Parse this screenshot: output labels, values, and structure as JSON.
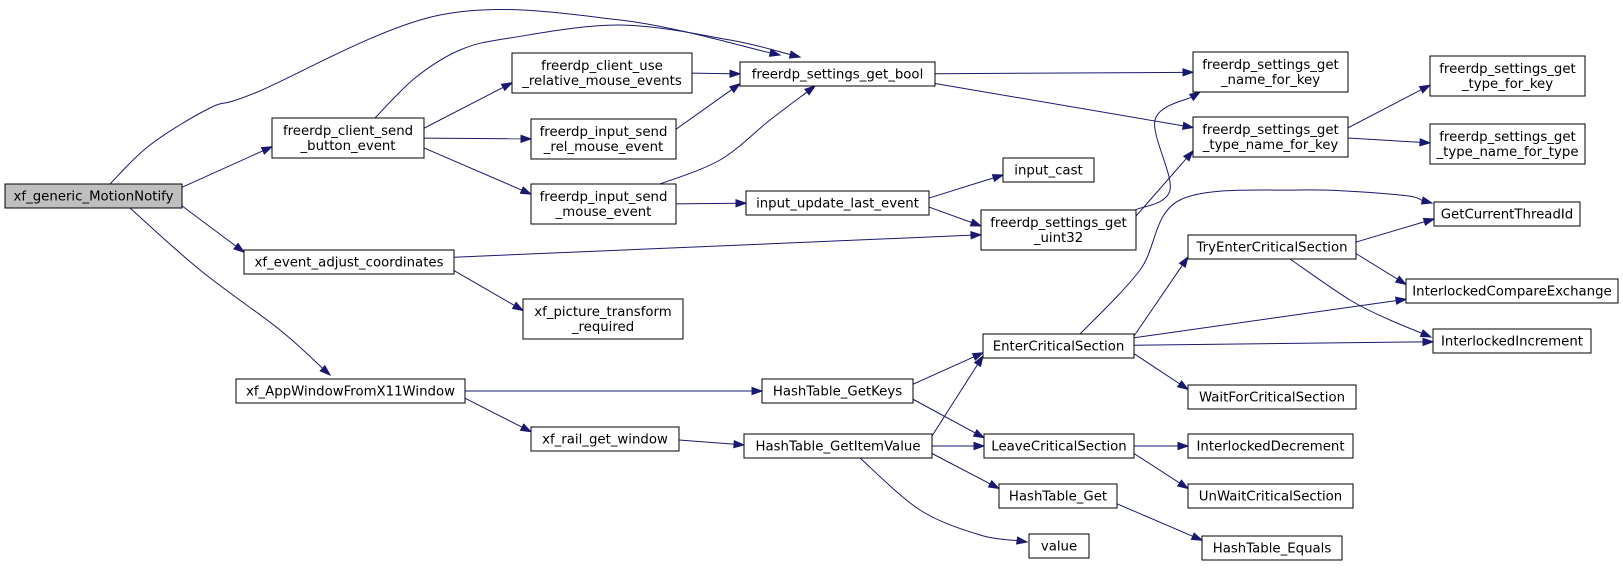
{
  "colors": {
    "edge": "#191970",
    "root_fill": "#bfbfbf",
    "node_fill": "#ffffff",
    "node_stroke": "#000000"
  },
  "nodes": {
    "xf_generic": {
      "lines": [
        "xf_generic_MotionNotify"
      ]
    },
    "client_send_button": {
      "lines": [
        "freerdp_client_send",
        "_button_event"
      ]
    },
    "event_adjust": {
      "lines": [
        "xf_event_adjust_coordinates"
      ]
    },
    "appwindow": {
      "lines": [
        "xf_AppWindowFromX11Window"
      ]
    },
    "client_use_rel": {
      "lines": [
        "freerdp_client_use",
        "_relative_mouse_events"
      ]
    },
    "input_send_rel": {
      "lines": [
        "freerdp_input_send",
        "_rel_mouse_event"
      ]
    },
    "input_send_mouse": {
      "lines": [
        "freerdp_input_send",
        "_mouse_event"
      ]
    },
    "picture_transform": {
      "lines": [
        "xf_picture_transform",
        "_required"
      ]
    },
    "rail_get_window": {
      "lines": [
        "xf_rail_get_window"
      ]
    },
    "settings_get_bool": {
      "lines": [
        "freerdp_settings_get_bool"
      ]
    },
    "input_update_last": {
      "lines": [
        "input_update_last_event"
      ]
    },
    "hash_getkeys": {
      "lines": [
        "HashTable_GetKeys"
      ]
    },
    "hash_getitemvalue": {
      "lines": [
        "HashTable_GetItemValue"
      ]
    },
    "input_cast": {
      "lines": [
        "input_cast"
      ]
    },
    "settings_get_uint32": {
      "lines": [
        "freerdp_settings_get",
        "_uint32"
      ]
    },
    "settings_get_name": {
      "lines": [
        "freerdp_settings_get",
        "_name_for_key"
      ]
    },
    "settings_get_type_name": {
      "lines": [
        "freerdp_settings_get",
        "_type_name_for_key"
      ]
    },
    "enter_cs": {
      "lines": [
        "EnterCriticalSection"
      ]
    },
    "leave_cs": {
      "lines": [
        "LeaveCriticalSection"
      ]
    },
    "hash_get": {
      "lines": [
        "HashTable_Get"
      ]
    },
    "value": {
      "lines": [
        "value"
      ]
    },
    "type_for_key": {
      "lines": [
        "freerdp_settings_get",
        "_type_for_key"
      ]
    },
    "type_name_for_type": {
      "lines": [
        "freerdp_settings_get",
        "_type_name_for_type"
      ]
    },
    "try_enter_cs": {
      "lines": [
        "TryEnterCriticalSection"
      ]
    },
    "get_thread_id": {
      "lines": [
        "GetCurrentThreadId"
      ]
    },
    "interlocked_cmpx": {
      "lines": [
        "InterlockedCompareExchange"
      ]
    },
    "interlocked_inc": {
      "lines": [
        "InterlockedIncrement"
      ]
    },
    "wait_for_cs": {
      "lines": [
        "WaitForCriticalSection"
      ]
    },
    "interlocked_dec": {
      "lines": [
        "InterlockedDecrement"
      ]
    },
    "unwait_cs": {
      "lines": [
        "UnWaitCriticalSection"
      ]
    },
    "hash_equals": {
      "lines": [
        "HashTable_Equals"
      ]
    }
  },
  "edges": [
    [
      "xf_generic",
      "settings_get_bool"
    ],
    [
      "xf_generic",
      "client_send_button"
    ],
    [
      "xf_generic",
      "event_adjust"
    ],
    [
      "xf_generic",
      "appwindow"
    ],
    [
      "client_send_button",
      "settings_get_bool"
    ],
    [
      "client_send_button",
      "client_use_rel"
    ],
    [
      "client_send_button",
      "input_send_rel"
    ],
    [
      "client_send_button",
      "input_send_mouse"
    ],
    [
      "client_use_rel",
      "settings_get_bool"
    ],
    [
      "input_send_rel",
      "settings_get_bool"
    ],
    [
      "input_send_mouse",
      "settings_get_bool"
    ],
    [
      "input_send_mouse",
      "input_update_last"
    ],
    [
      "input_update_last",
      "input_cast"
    ],
    [
      "input_update_last",
      "settings_get_uint32"
    ],
    [
      "event_adjust",
      "settings_get_uint32"
    ],
    [
      "event_adjust",
      "picture_transform"
    ],
    [
      "settings_get_bool",
      "settings_get_name"
    ],
    [
      "settings_get_bool",
      "settings_get_type_name"
    ],
    [
      "settings_get_uint32",
      "settings_get_name"
    ],
    [
      "settings_get_uint32",
      "settings_get_type_name"
    ],
    [
      "settings_get_type_name",
      "type_for_key"
    ],
    [
      "settings_get_type_name",
      "type_name_for_type"
    ],
    [
      "appwindow",
      "hash_getkeys"
    ],
    [
      "appwindow",
      "rail_get_window"
    ],
    [
      "rail_get_window",
      "hash_getitemvalue"
    ],
    [
      "hash_getkeys",
      "enter_cs"
    ],
    [
      "hash_getkeys",
      "leave_cs"
    ],
    [
      "hash_getitemvalue",
      "enter_cs"
    ],
    [
      "hash_getitemvalue",
      "leave_cs"
    ],
    [
      "hash_getitemvalue",
      "hash_get"
    ],
    [
      "hash_getitemvalue",
      "value"
    ],
    [
      "hash_get",
      "hash_equals"
    ],
    [
      "enter_cs",
      "get_thread_id"
    ],
    [
      "enter_cs",
      "try_enter_cs"
    ],
    [
      "enter_cs",
      "interlocked_cmpx"
    ],
    [
      "enter_cs",
      "interlocked_inc"
    ],
    [
      "enter_cs",
      "wait_for_cs"
    ],
    [
      "try_enter_cs",
      "get_thread_id"
    ],
    [
      "try_enter_cs",
      "interlocked_cmpx"
    ],
    [
      "try_enter_cs",
      "interlocked_inc"
    ],
    [
      "leave_cs",
      "interlocked_dec"
    ],
    [
      "leave_cs",
      "unwait_cs"
    ]
  ]
}
